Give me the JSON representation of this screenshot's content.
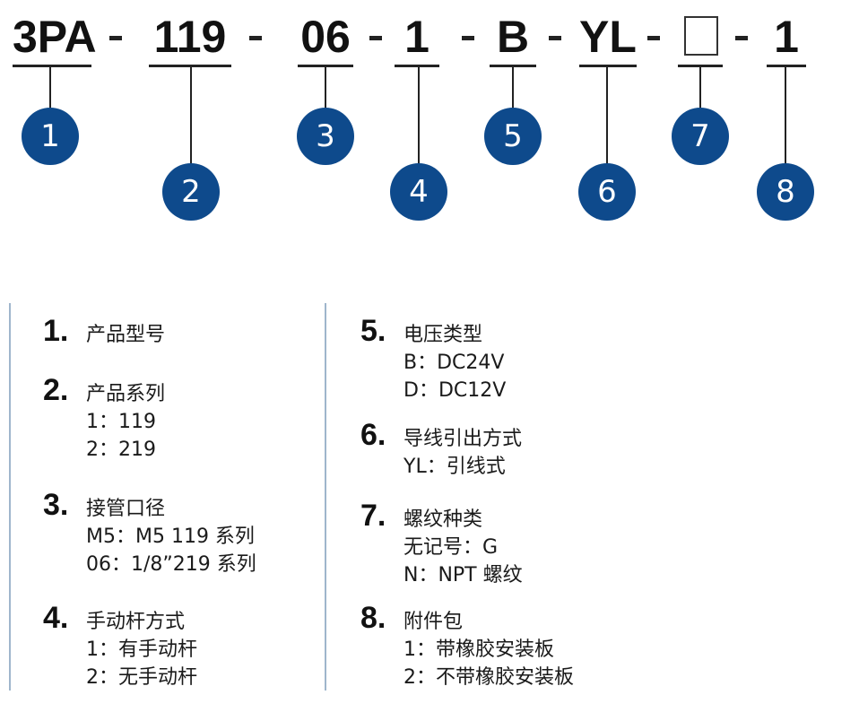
{
  "code": {
    "parts": [
      "3PA",
      "119",
      "06",
      "1",
      "B",
      "YL",
      "",
      "1"
    ],
    "box_placeholder": true
  },
  "callouts": [
    "1",
    "2",
    "3",
    "4",
    "5",
    "6",
    "7",
    "8"
  ],
  "legend": [
    {
      "num": "1.",
      "title": "产品型号",
      "options": []
    },
    {
      "num": "2.",
      "title": "产品系列",
      "options": [
        "1：119",
        "2：219"
      ]
    },
    {
      "num": "3.",
      "title": "接管口径",
      "options": [
        "M5：M5  119 系列",
        "06：1/8”219 系列"
      ]
    },
    {
      "num": "4.",
      "title": "手动杆方式",
      "options": [
        "1：有手动杆",
        "2：无手动杆"
      ]
    },
    {
      "num": "5.",
      "title": "电压类型",
      "options": [
        "B：DC24V",
        "D：DC12V"
      ]
    },
    {
      "num": "6.",
      "title": "导线引出方式",
      "options": [
        "YL：引线式"
      ]
    },
    {
      "num": "7.",
      "title": "螺纹种类",
      "options": [
        "无记号：G",
        "N：NPT 螺纹"
      ]
    },
    {
      "num": "8.",
      "title": "附件包",
      "options": [
        "1：带橡胶安装板",
        "2：不带橡胶安装板"
      ]
    }
  ],
  "colors": {
    "circle": "#0e4a8c",
    "separator": "#9fb6cc"
  }
}
